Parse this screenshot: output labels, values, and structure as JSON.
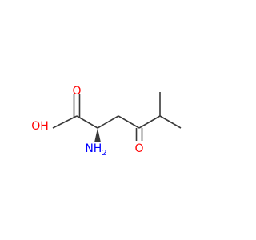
{
  "structure": {
    "atoms": {
      "carboxyl_o_double": "O",
      "hydroxyl": "OH",
      "amino": "NH",
      "amino_subscript": "2",
      "ketone_o": "O"
    },
    "colors": {
      "bond": "#3a3a3a",
      "oxygen": "#ff0000",
      "nitrogen": "#0000ff",
      "background": "#ffffff"
    }
  }
}
